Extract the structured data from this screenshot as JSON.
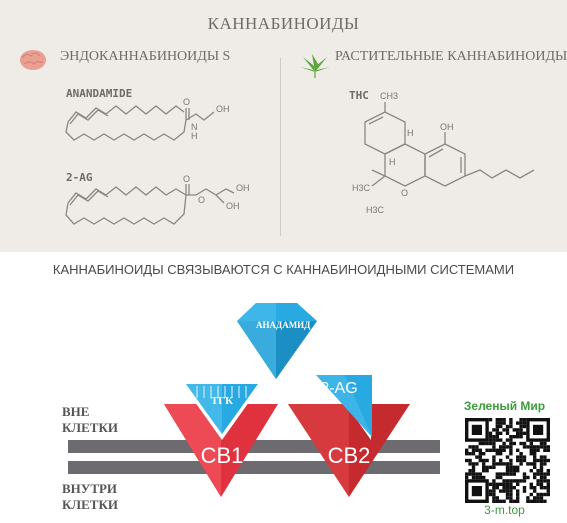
{
  "title": "КАННАБИНОИДЫ",
  "endo": {
    "title": "ЭНДОКАННАБИНОИДЫ",
    "title_suffix": "S",
    "anandamide": {
      "label": "ANANDAMIDE",
      "atoms": [
        "O",
        "N",
        "H",
        "OH"
      ]
    },
    "two_ag": {
      "label": "2-AG",
      "atoms": [
        "O",
        "O",
        "OH",
        "OH"
      ]
    }
  },
  "plant": {
    "title": "РАСТИТЕЛЬНЫЕ КАННАБИНОИДЫ",
    "thc": {
      "label": "THC",
      "atoms": [
        "CH3",
        "OH",
        "H",
        "H",
        "H3C",
        "H3C",
        "O"
      ]
    }
  },
  "subtitle": "КАННАБИНОИДЫ СВЯЗЫВАЮТСЯ С КАННАБИНОИДНЫМИ СИСТЕМАМИ",
  "diagram": {
    "outside": [
      "ВНЕ",
      "КЛЕТКИ"
    ],
    "inside": [
      "ВНУТРИ",
      "КЛЕТКИ"
    ],
    "anandamide_ligand": "АНАДАМИД",
    "thc_ligand": "ТГК",
    "two_ag_ligand": "2-AG",
    "receptor_1": "CB1",
    "receptor_2": "CB2"
  },
  "qr": {
    "top": "Зеленый Мир",
    "bottom": "3-m.top"
  },
  "colors": {
    "panel": "#efebe6",
    "cb1": "#e0313e",
    "cb2": "#c42a2e",
    "ligand": "#29a9e1",
    "membrane": "#6d6b70",
    "accent_green": "#3a9e3a"
  }
}
